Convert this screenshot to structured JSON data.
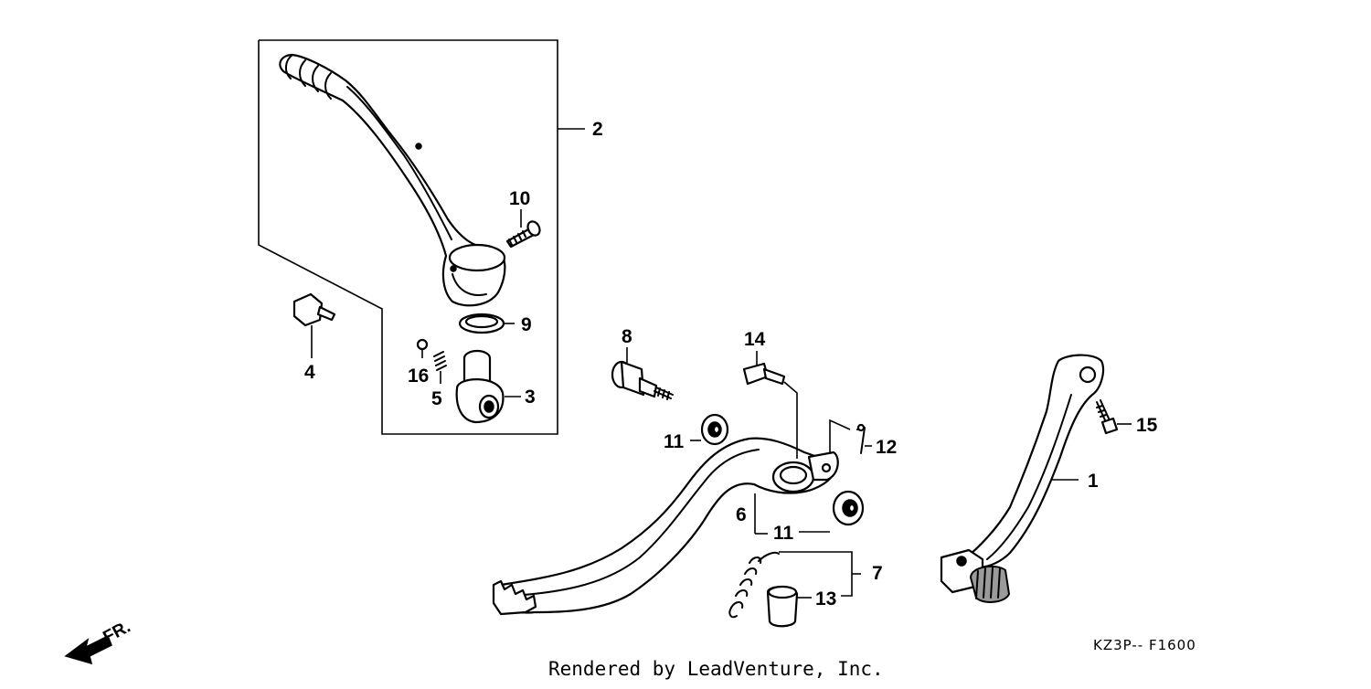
{
  "diagram": {
    "callouts": {
      "c1": "1",
      "c2": "2",
      "c3": "3",
      "c4": "4",
      "c5": "5",
      "c6": "6",
      "c7": "7",
      "c8": "8",
      "c9": "9",
      "c10": "10",
      "c11a": "11",
      "c11b": "11",
      "c12": "12",
      "c13": "13",
      "c14": "14",
      "c15": "15",
      "c16": "16"
    },
    "front_marker": "FR.",
    "diagram_code": "KZ3P-- F1600",
    "credit": "Rendered by LeadVenture, Inc."
  }
}
